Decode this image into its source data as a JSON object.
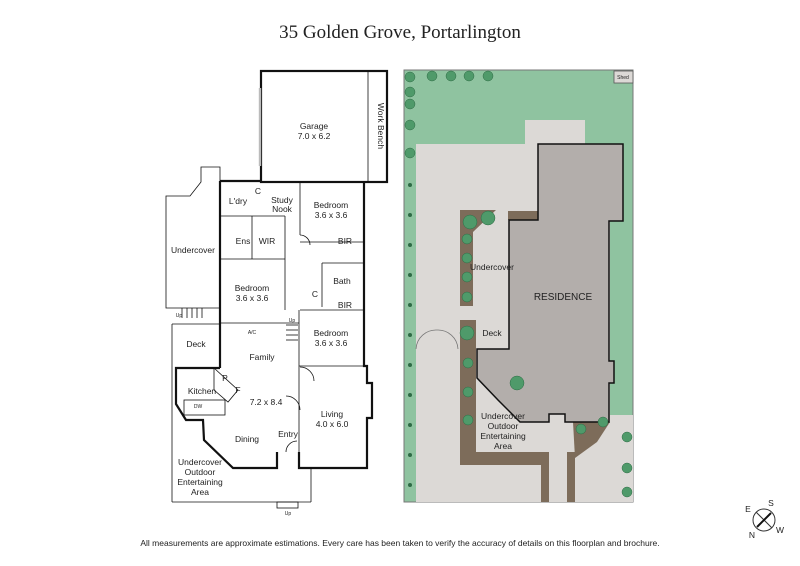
{
  "title": "35 Golden Grove, Portarlington",
  "disclaimer": "All measurements are approximate estimations. Every care has been taken to verify the accuracy of details on this floorplan and brochure.",
  "floorplan": {
    "rooms": {
      "garage": "Garage",
      "garage_dim": "7.0 x 6.2",
      "work_bench": "Work Bench",
      "laundry": "L'dry",
      "cupboard1": "C",
      "study": "Study",
      "nook": "Nook",
      "bedroom1": "Bedroom",
      "bedroom1_dim": "3.6 x 3.6",
      "ensuite": "Ens",
      "wir": "WIR",
      "bir1": "BIR",
      "undercover": "Undercover",
      "bedroom2": "Bedroom",
      "bedroom2_dim": "3.6 x 3.6",
      "bath": "Bath",
      "cupboard2": "C",
      "bir2": "BIR",
      "bedroom3": "Bedroom",
      "bedroom3_dim": "3.6 x 3.6",
      "deck": "Deck",
      "ac": "A/C",
      "family": "Family",
      "kitchen": "Kitchen",
      "pantry": "P",
      "fridge": "F",
      "dw": "DW",
      "family_dim": "7.2 x 8.4",
      "dining": "Dining",
      "entry": "Entry",
      "living": "Living",
      "living_dim": "4.0 x 6.0",
      "outdoor1": "Undercover",
      "outdoor2": "Outdoor",
      "outdoor3": "Entertaining",
      "outdoor4": "Area",
      "up1": "Up",
      "up2": "Up",
      "up3": "Up"
    }
  },
  "siteplan": {
    "shed": "Shed",
    "residence": "RESIDENCE",
    "undercover": "Undercover",
    "deck": "Deck",
    "outdoor1": "Undercover",
    "outdoor2": "Outdoor",
    "outdoor3": "Entertaining",
    "outdoor4": "Area",
    "colors": {
      "lawn": "#8fc3a0",
      "paving": "#dcd9d6",
      "residence": "#b3aeab",
      "garden_bed": "#7d6c5a",
      "tree": "#4f9a6a"
    }
  },
  "compass": {
    "n": "N",
    "s": "S",
    "e": "E",
    "w": "W"
  }
}
